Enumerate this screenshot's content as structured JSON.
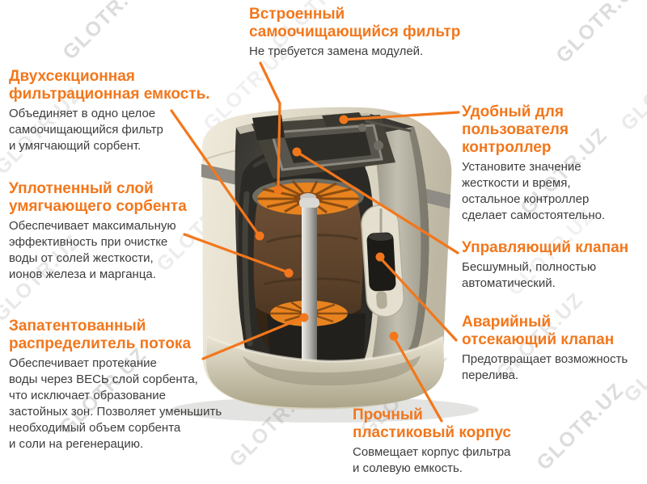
{
  "colors": {
    "accent": "#f2771c",
    "body_text": "#3d3d3d",
    "watermark_gray": "#8f8f8f",
    "cabinet_cream": "#ddd7c5",
    "interior_dark": "#2b2a26",
    "sorbent_brown": "#5a4029",
    "filter_orange": "#e8831f"
  },
  "watermark": {
    "text": "GLOTR.UZ"
  },
  "callouts": {
    "filter": {
      "heading": "Встроенный\nсамоочищающийся фильтр",
      "body": "Не требуется замена модулей."
    },
    "tank": {
      "heading": "Двухсекционная\nфильтрационная емкость.",
      "body": "Объединяет в одно целое\nсамоочищающийся фильтр\nи умягчающий сорбент."
    },
    "sorbent": {
      "heading": "Уплотненный слой\nумягчающего сорбента",
      "body": "Обеспечивает максимальную\nэффективность при очистке\nводы от солей жесткости,\nионов железа и марганца."
    },
    "distributor": {
      "heading": "Запатентованный\nраспределитель потока",
      "body": "Обеспечивает протекание\nводы через ВЕСЬ слой сорбента,\nчто исключает образование\nзастойных зон. Позволяет уменьшить\nнеобходимый объем сорбента\nи соли на регенерацию."
    },
    "controller": {
      "heading": "Удобный для\nпользователя\nконтроллер",
      "body": "Установите значение\nжесткости и время,\nостальное контроллер\nсделает самостоятельно."
    },
    "valve": {
      "heading": "Управляющий клапан",
      "body": "Бесшумный, полностью\nавтоматический."
    },
    "shutoff": {
      "heading": "Аварийный\nотсекающий клапан",
      "body": "Предотвращает возможность\nперелива."
    },
    "housing": {
      "heading": "Прочный\nпластиковый корпус",
      "body": "Совмещает корпус фильтра\nи солевую емкость."
    }
  }
}
